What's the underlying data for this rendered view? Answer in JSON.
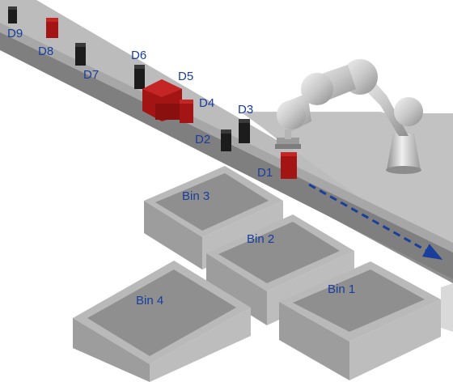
{
  "labels": {
    "d1": "D1",
    "d2": "D2",
    "d3": "D3",
    "d4": "D4",
    "d5": "D5",
    "d6": "D6",
    "d7": "D7",
    "d8": "D8",
    "d9": "D9",
    "bin1": "Bin 1",
    "bin2": "Bin 2",
    "bin3": "Bin 3",
    "bin4": "Bin 4"
  },
  "colors": {
    "label": "#1a3e9c",
    "arrow": "#1a3e9c",
    "black_item": "#1c1c1c",
    "red_item": "#a31515",
    "conveyor_top": "#bdbdbd",
    "bin": "#a8a8a8",
    "robot": "#cfcfcf"
  }
}
